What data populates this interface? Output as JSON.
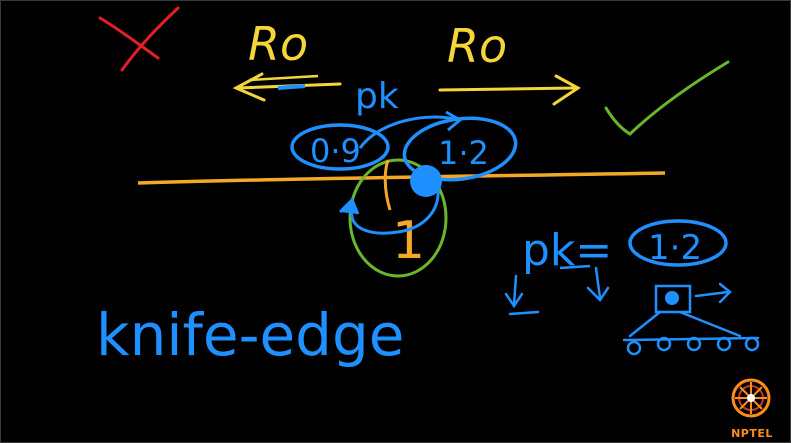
{
  "colors": {
    "background": "#000000",
    "yellow": "#f5d63a",
    "orange": "#f4a826",
    "blue": "#1e90ff",
    "red": "#e41e26",
    "green": "#6ab52e",
    "logo": "#ff8c1a"
  },
  "annotations": {
    "r0_left": "Ro",
    "r0_right": "Ro",
    "pk_top": "pk",
    "value_left": "0·9",
    "value_right": "1·2",
    "value_bottom": "1",
    "pk_equation_label": "pk=",
    "pk_equation_value": "1·2",
    "knife_edge_label": "knife-edge"
  },
  "marks": {
    "left_option": "cross",
    "right_option": "check"
  },
  "logo": {
    "text": "NPTEL",
    "icon": "nptel-logo-icon"
  }
}
